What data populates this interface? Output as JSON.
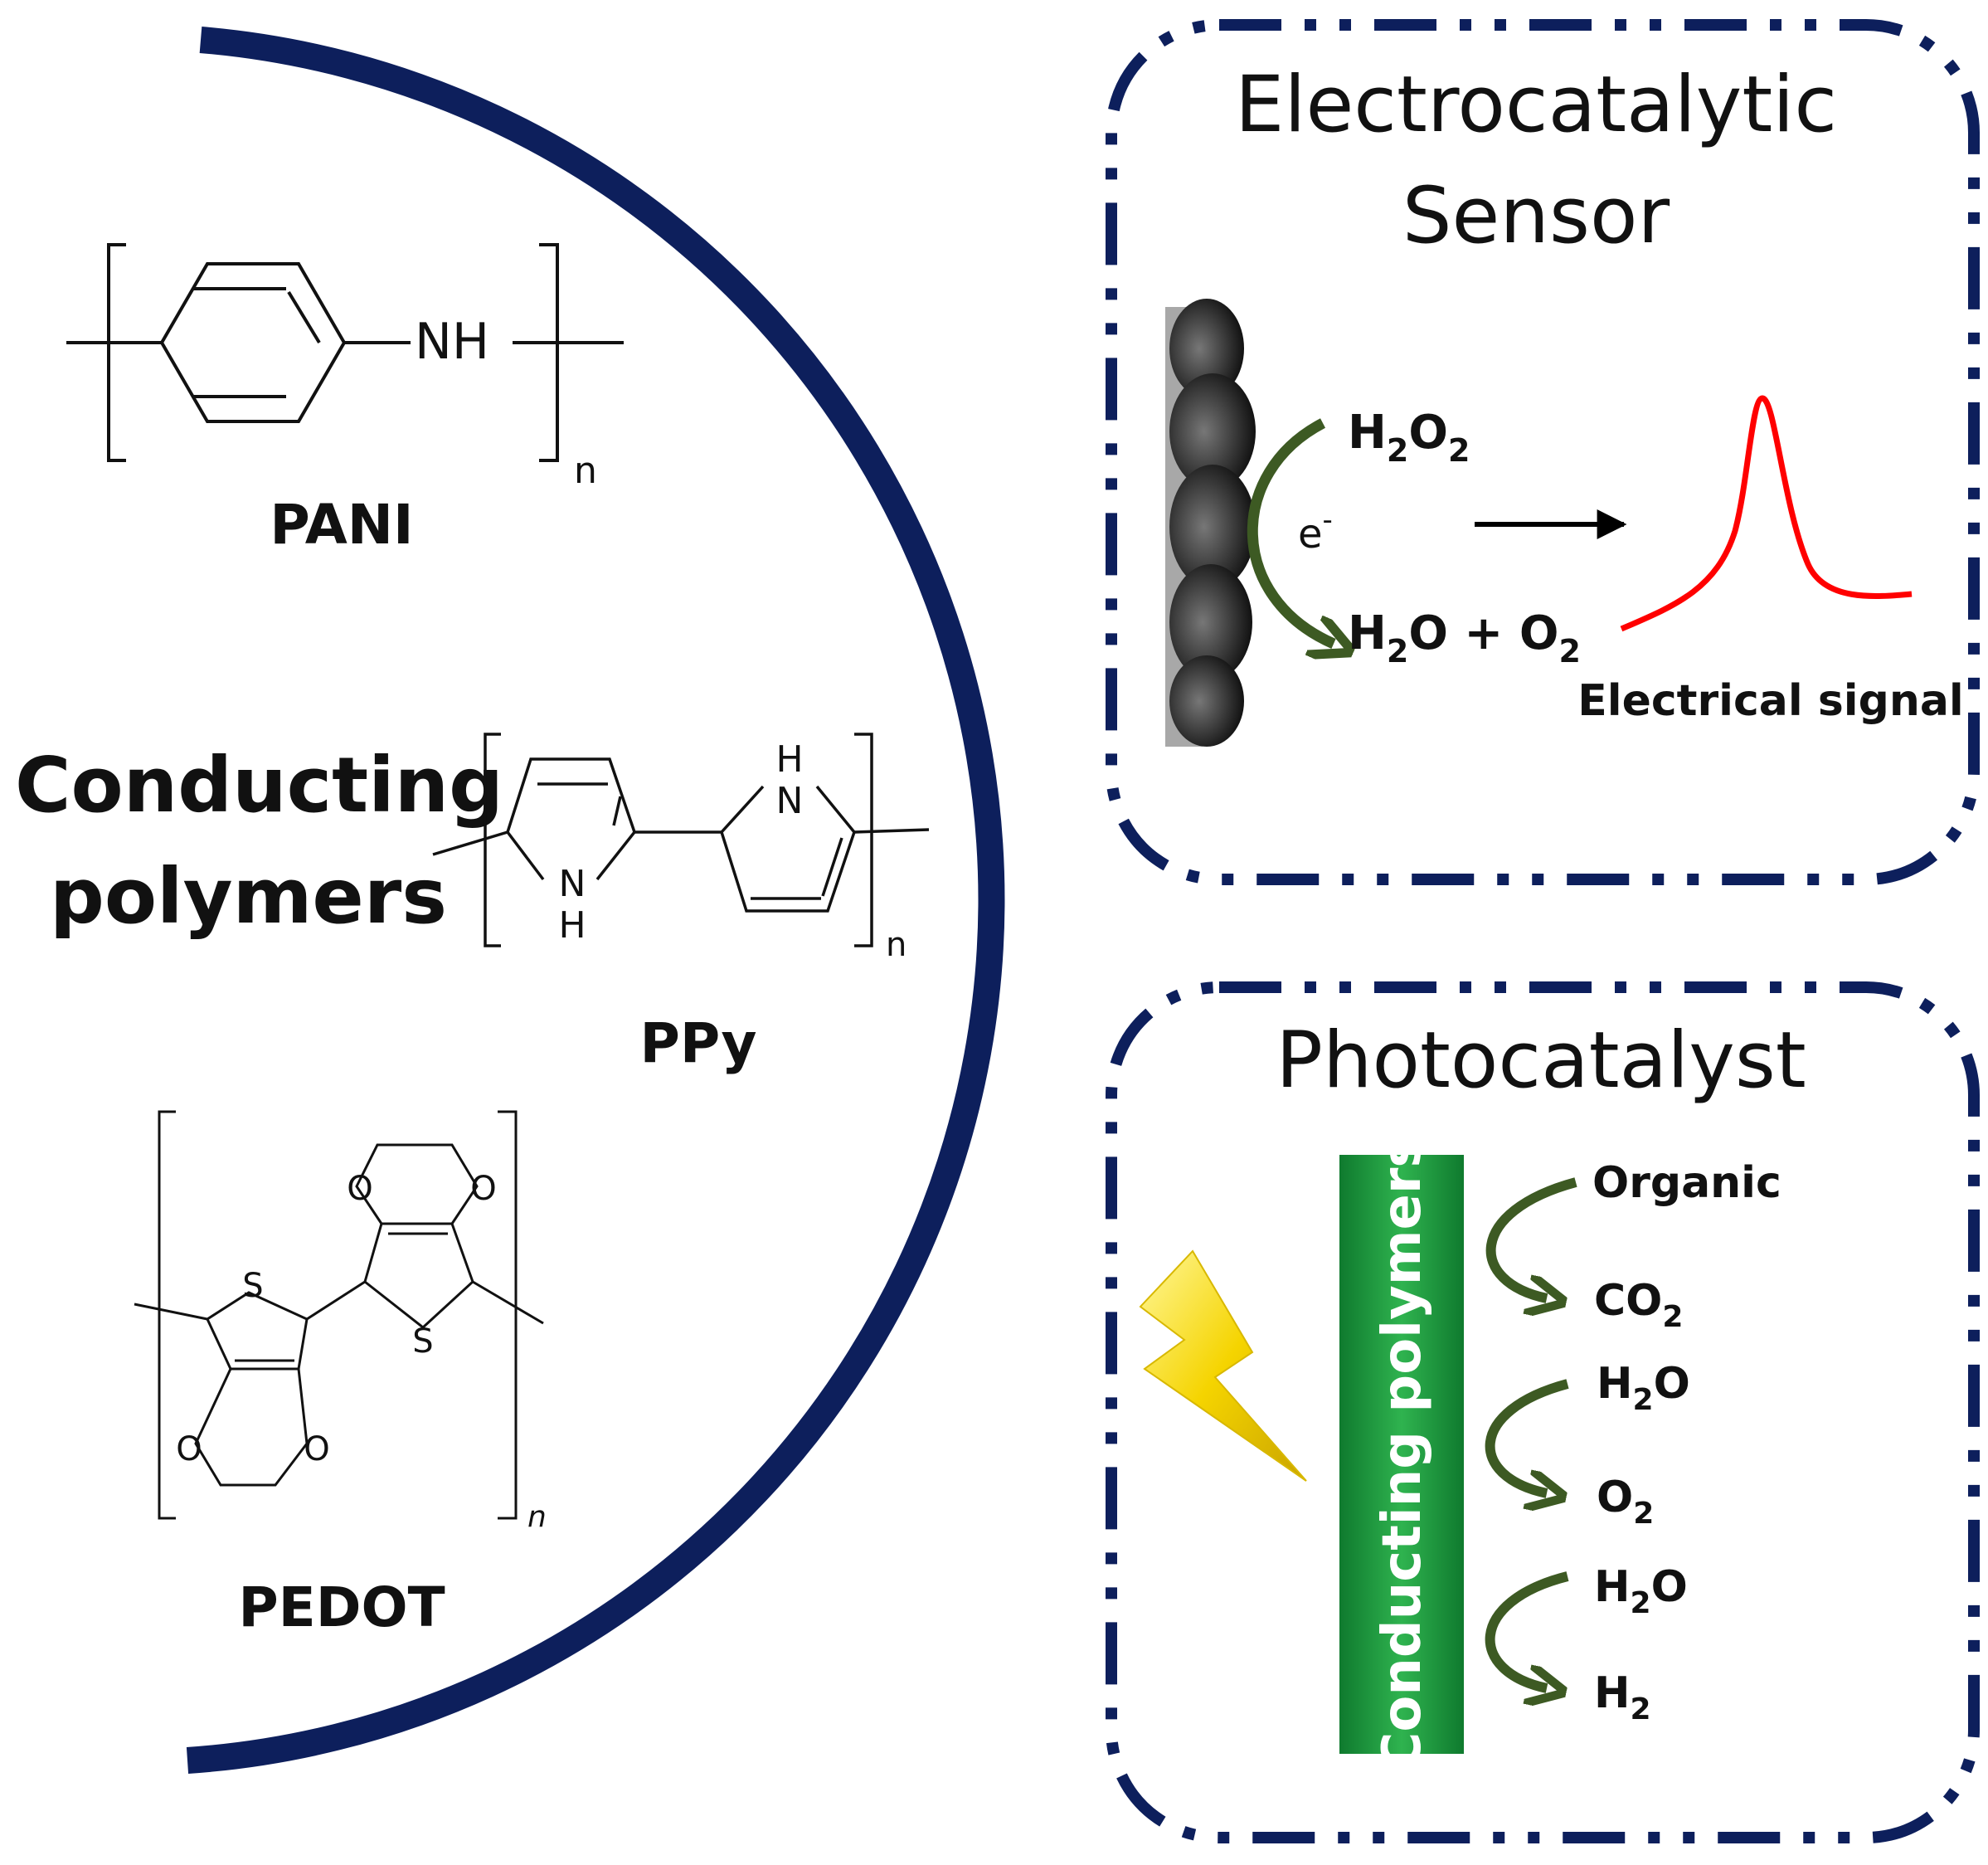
{
  "main_label": {
    "line1": "Conducting",
    "line2": "polymers"
  },
  "polymers": {
    "pani": {
      "name": "PANI",
      "group": "NH",
      "subscript": "n"
    },
    "ppy": {
      "name": "PPy",
      "atom_n": "N",
      "atom_h": "H",
      "subscript": "n"
    },
    "pedot": {
      "name": "PEDOT",
      "atom_s": "S",
      "atom_o": "O",
      "subscript": "n"
    }
  },
  "sensor_panel": {
    "title_line1": "Electrocatalytic",
    "title_line2": "Sensor",
    "reactant": {
      "main": "H",
      "sub1": "2",
      "mid": "O",
      "sub2": "2"
    },
    "electron": {
      "main": "e",
      "sup": "-"
    },
    "products": {
      "p1": "H",
      "s1": "2",
      "p2": "O + O",
      "s2": "2"
    },
    "signal_label": "Electrical signal",
    "signal_color": "#ff0000"
  },
  "photo_panel": {
    "title": "Photocatalyst",
    "bar_label": "Conducting polymers",
    "bar_color": "#1e9a3f",
    "reactions": [
      {
        "from": "Organic",
        "to_main": "CO",
        "to_sub": "2"
      },
      {
        "from_main": "H",
        "from_sub": "2",
        "from_tail": "O",
        "to_main": "O",
        "to_sub": "2"
      },
      {
        "from_main": "H",
        "from_sub": "2",
        "from_tail": "O",
        "to_main": "H",
        "to_sub": "2"
      }
    ]
  },
  "colors": {
    "navy": "#0d1f5c",
    "arrow_green": "#3d5a23",
    "lightning": "#f5d400"
  }
}
